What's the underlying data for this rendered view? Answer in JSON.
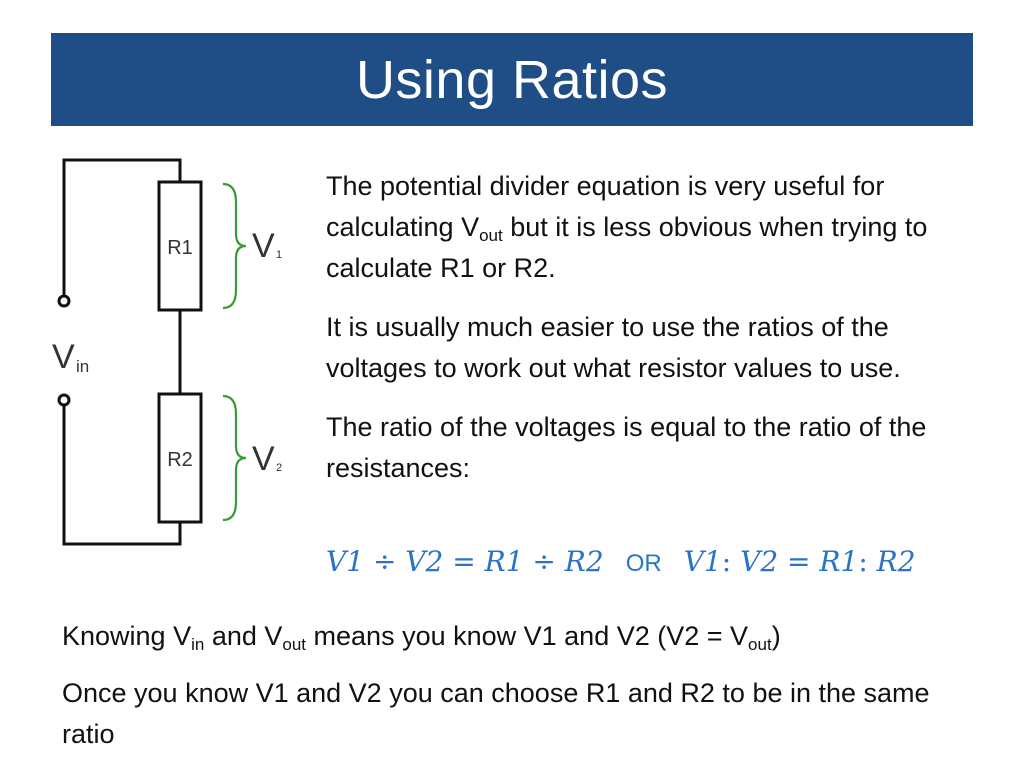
{
  "title": "Using Ratios",
  "diagram": {
    "r1_label": "R1",
    "r2_label": "R2",
    "v1_main": "V",
    "v1_sub": "1",
    "v2_main": "V",
    "v2_sub": "2",
    "vin_main": "V",
    "vin_sub": "in"
  },
  "paragraph1": {
    "part1": "The potential divider equation is very useful for calculating V",
    "sub": "out",
    "part2": " but it is less obvious when trying to calculate R1 or R2."
  },
  "paragraph2": "It is usually much easier to use the ratios of the voltages to work out what resistor values to use.",
  "paragraph3": "The ratio of the voltages is equal to the ratio of the resistances:",
  "equation": {
    "left": {
      "a": "V1",
      "op": " ÷ ",
      "b": "V2",
      "eq": " = ",
      "c": "R1",
      "op2": " ÷ ",
      "d": "R2"
    },
    "or": "OR",
    "right": {
      "a": "V1",
      "op": ": ",
      "b": "V2",
      "eq": " = ",
      "c": "R1",
      "op2": ": ",
      "d": "R2"
    }
  },
  "bottom1": {
    "t1": "Knowing V",
    "s1": "in",
    "t2": " and V",
    "s2": "out",
    "t3": " means you know V1 and V2  (V2 = V",
    "s3": "out",
    "t4": ")"
  },
  "bottom2": "Once you know V1 and V2 you can choose R1 and R2 to be in the same ratio",
  "colors": {
    "title_bar": "#1f4e86",
    "brace": "#3a9a35",
    "equation": "#2a73c6"
  }
}
